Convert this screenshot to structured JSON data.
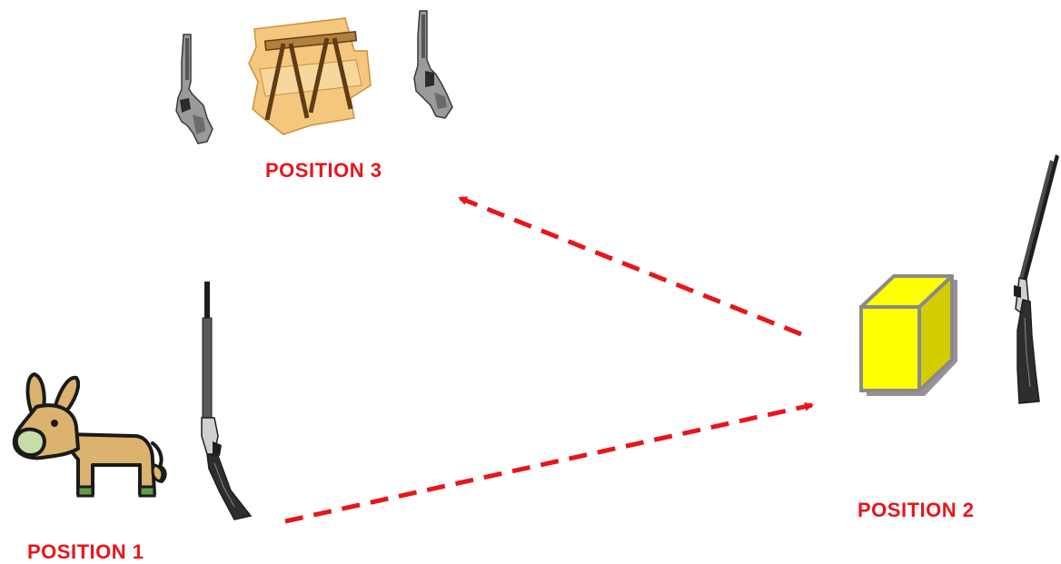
{
  "labels": {
    "position_1": "POSITION 1",
    "position_2": "POSITION 2",
    "position_3": "POSITION 3"
  },
  "colors": {
    "label": "#e8151b",
    "arrow": "#e8151b",
    "mule_body": "#dcb36e",
    "mule_outline": "#1a1a1a",
    "mule_muzzle": "#c8dca9",
    "mule_hooves": "#5e9e45",
    "box_front": "#ffff00",
    "box_side": "#d4cc00",
    "box_edge": "#8a8a8a",
    "sawhorse_board": "#f5c77e",
    "sawhorse_wood": "#9a6a2e",
    "gun_dark": "#1e1e1e"
  },
  "icons": {
    "mule": "mule-icon",
    "rifle": "rifle-icon",
    "box": "box-icon",
    "shotgun": "shotgun-icon",
    "sawhorse": "sawhorse-icon",
    "pistol": "pistol-icon"
  },
  "arrows": [
    {
      "from": "position_1",
      "to": "position_2"
    },
    {
      "from": "position_2",
      "to": "position_3"
    }
  ]
}
